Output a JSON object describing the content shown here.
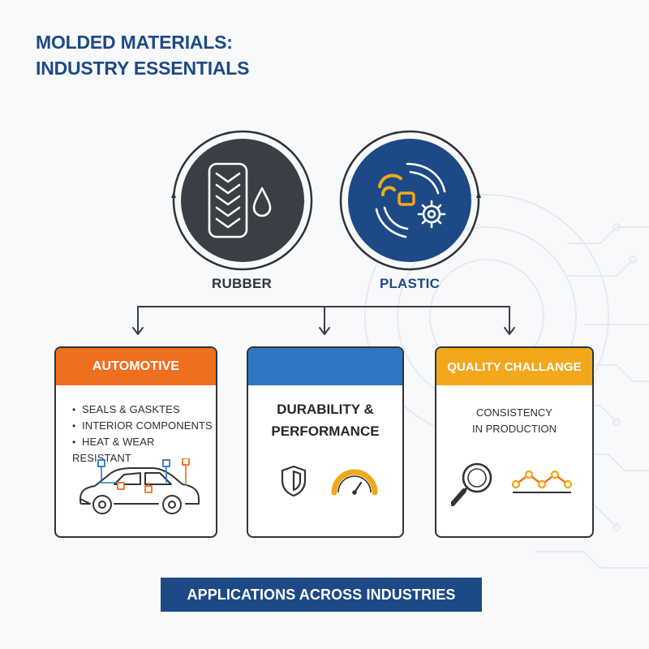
{
  "title": {
    "line1": "MOLDED MATERIALS:",
    "line2": "INDUSTRY ESSENTIALS"
  },
  "materials": [
    {
      "label": "RUBBER",
      "icon": "tire-tread-droplet",
      "fill": "#3a3f45"
    },
    {
      "label": "PLASTIC",
      "icon": "molded-parts-gear",
      "fill": "#1d4a86"
    }
  ],
  "cards": [
    {
      "header": "AUTOMOTIVE",
      "header_color": "#ef6f21",
      "bullets": [
        "SEALS & GASKTES",
        "INTERIOR COMPONENTS",
        "HEAT & WEAR RESISTANT"
      ],
      "icon": "car-with-parts"
    },
    {
      "header": "",
      "header_color": "#2f77c2",
      "body_title_line1": "DURABILITY &",
      "body_title_line2": "PERFORMANCE",
      "icons": [
        "shield-icon",
        "gauge-icon"
      ]
    },
    {
      "header": "QUALITY CHALLANGE",
      "header_color": "#f2a81d",
      "body_line1": "CONSISTENCY",
      "body_line2": "IN PRODUCTION",
      "icons": [
        "magnifier-icon",
        "trend-line-icon"
      ]
    }
  ],
  "footer_banner": "APPLICATIONS ACROSS INDUSTRIES",
  "colors": {
    "navy": "#1d4a86",
    "orange": "#ef6f21",
    "blue": "#2f77c2",
    "amber": "#f2a81d",
    "charcoal": "#3a3f45"
  }
}
